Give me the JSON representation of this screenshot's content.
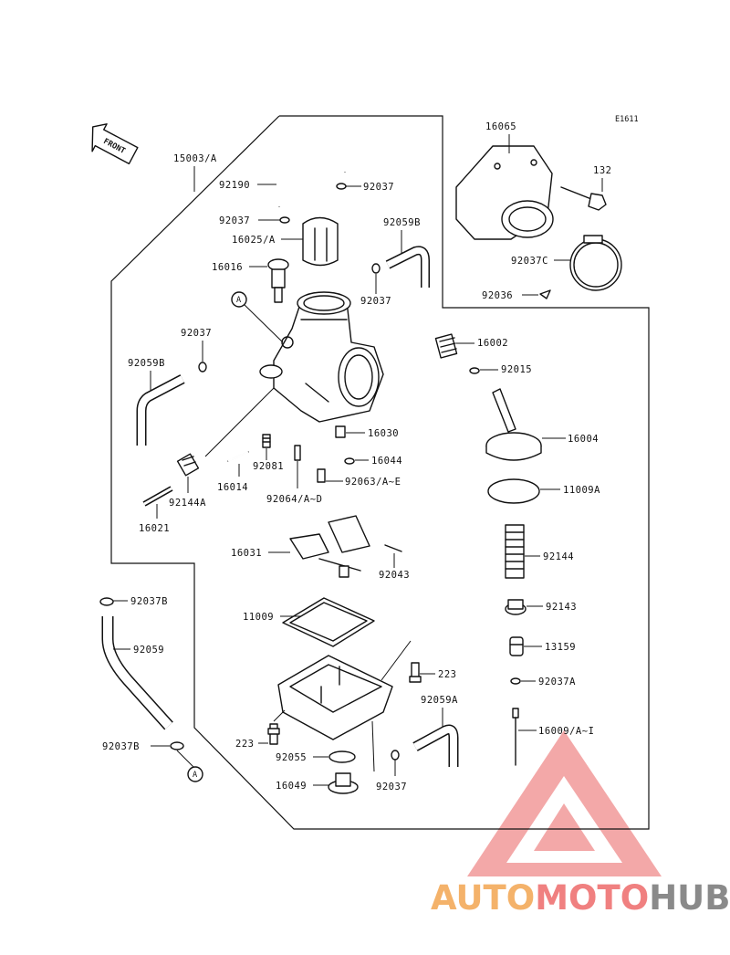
{
  "diagram_code": "E1611",
  "front_label": "FRONT",
  "ref_marker": "A",
  "parts": {
    "p15003": "15003/A",
    "p92190": "92190",
    "p92037_top": "92037",
    "p92037_l": "92037",
    "p16025": "16025/A",
    "p92059B_top": "92059B",
    "p16016": "16016",
    "p92037_mid": "92037",
    "p92037_left2": "92037",
    "p92059B_left": "92059B",
    "p16065": "16065",
    "p132": "132",
    "p92037C": "92037C",
    "p92036": "92036",
    "p16002": "16002",
    "p92015": "92015",
    "p16030": "16030",
    "p16004": "16004",
    "p16044": "16044",
    "p92081": "92081",
    "p16014": "16014",
    "p92063": "92063/A~E",
    "p92064": "92064/A~D",
    "p92144A": "92144A",
    "p16021": "16021",
    "p11009A": "11009A",
    "p16031": "16031",
    "p92043": "92043",
    "p92144": "92144",
    "p92037B_top": "92037B",
    "p92059": "92059",
    "p11009": "11009",
    "p92143": "92143",
    "p13159": "13159",
    "p223_r": "223",
    "p92037A": "92037A",
    "p92059A": "92059A",
    "p16009": "16009/A~I",
    "p92037B_bot": "92037B",
    "p223_l": "223",
    "p92055": "92055",
    "p16049": "16049",
    "p92037_bot": "92037"
  },
  "watermark": {
    "part1": "AUTO",
    "part2": "MOTO",
    "part3": "HUB",
    "colors": {
      "orange": "#f4b26a",
      "pink": "#f08080",
      "grey": "#8a8a8a"
    }
  }
}
